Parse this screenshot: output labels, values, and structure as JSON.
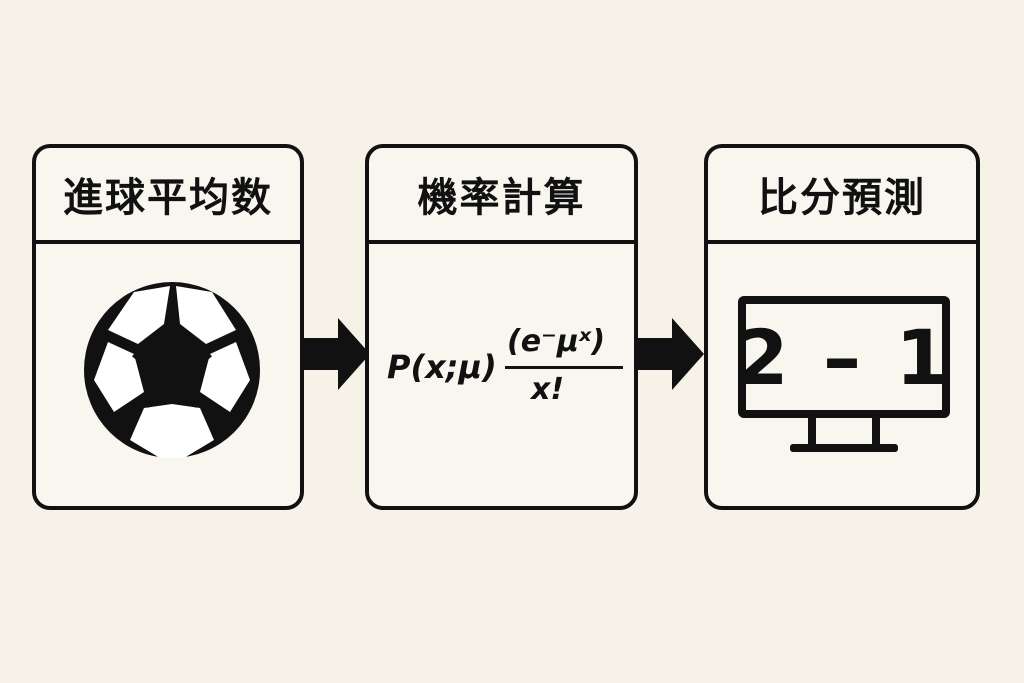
{
  "boxes": [
    {
      "title": "進球平均数"
    },
    {
      "title": "機率計算",
      "formula": {
        "lhs": "P(x;μ)",
        "numerator": "(e⁻μˣ)",
        "denominator": "x!"
      }
    },
    {
      "title": "比分預測",
      "score": "2 – 1"
    }
  ],
  "icons": [
    "soccer-ball-icon",
    "monitor-icon",
    "arrow-right-icon"
  ],
  "colors": {
    "background": "#f7f2e8",
    "ink": "#111111"
  }
}
